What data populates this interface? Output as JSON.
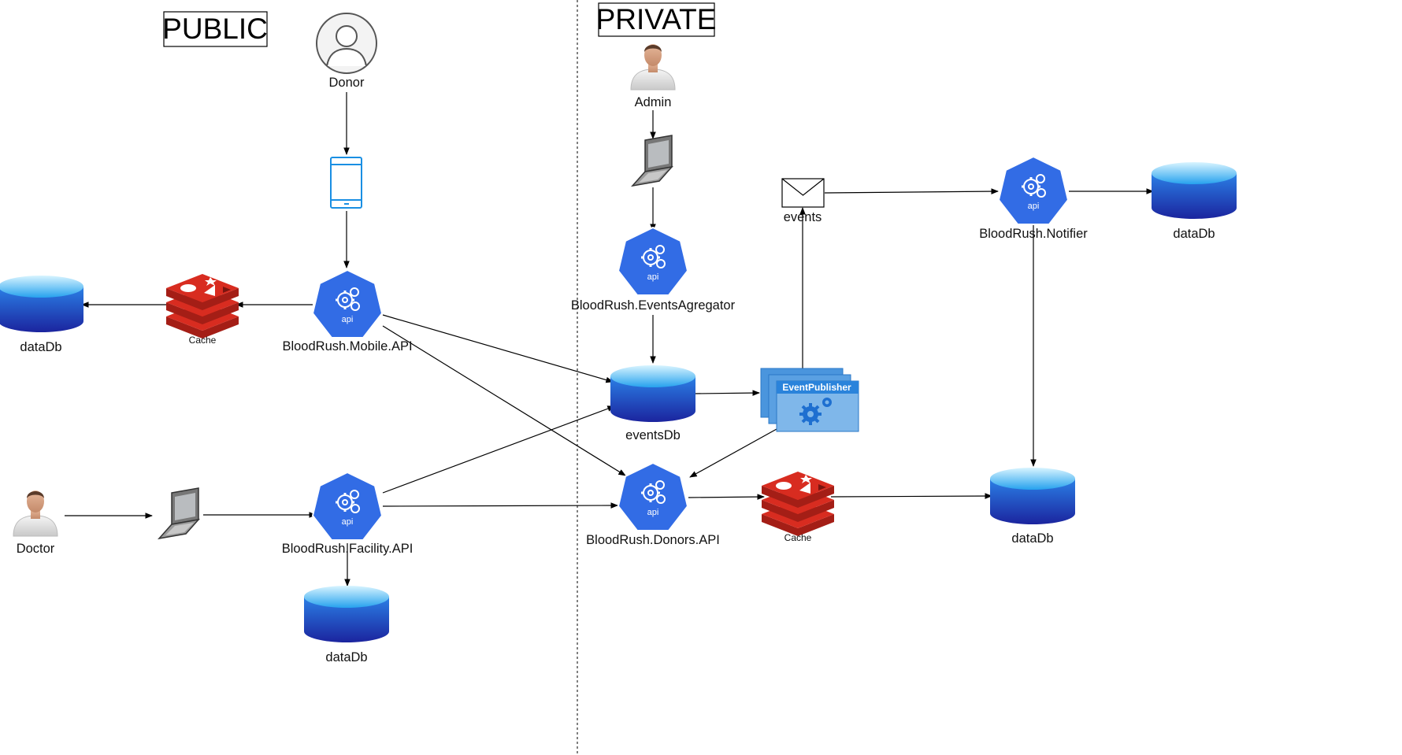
{
  "zones": {
    "public": "PUBLIC",
    "private": "PRIVATE"
  },
  "nodes": {
    "donor": {
      "label": "Donor",
      "icon": "user-outline-icon"
    },
    "mobile_device": {
      "label": "",
      "icon": "mobile-phone-icon"
    },
    "mobile_api": {
      "label": "BloodRush.Mobile.API",
      "icon": "api-hexagon-icon",
      "badge": "api"
    },
    "mobile_cache": {
      "label": "Cache",
      "icon": "redis-cache-icon"
    },
    "mobile_db": {
      "label": "dataDb",
      "icon": "database-icon"
    },
    "doctor": {
      "label": "Doctor",
      "icon": "user-avatar-icon"
    },
    "doctor_laptop": {
      "label": "",
      "icon": "laptop-icon"
    },
    "facility_api": {
      "label": "BloodRush.Facility.API",
      "icon": "api-hexagon-icon",
      "badge": "api"
    },
    "facility_db": {
      "label": "dataDb",
      "icon": "database-icon"
    },
    "admin": {
      "label": "Admin",
      "icon": "user-avatar-icon"
    },
    "admin_laptop": {
      "label": "",
      "icon": "laptop-icon"
    },
    "events_aggregator": {
      "label": "BloodRush.EventsAgregator",
      "icon": "api-hexagon-icon",
      "badge": "api"
    },
    "events_db": {
      "label": "eventsDb",
      "icon": "database-icon"
    },
    "event_publisher": {
      "label": "EventPublisher",
      "icon": "worker-stack-icon"
    },
    "events_queue": {
      "label": "events",
      "icon": "envelope-icon"
    },
    "notifier": {
      "label": "BloodRush.Notifier",
      "icon": "api-hexagon-icon",
      "badge": "api"
    },
    "notifier_db": {
      "label": "dataDb",
      "icon": "database-icon"
    },
    "donors_api": {
      "label": "BloodRush.Donors.API",
      "icon": "api-hexagon-icon",
      "badge": "api"
    },
    "donors_cache": {
      "label": "Cache",
      "icon": "redis-cache-icon"
    },
    "donors_db": {
      "label": "dataDb",
      "icon": "database-icon"
    }
  },
  "colors": {
    "api_blue": "#326ce5",
    "db_top": "#2aa6ee",
    "db_bottom": "#1a2fa8",
    "redis_red": "#d82c20",
    "publisher_blue": "#3f8fdc"
  }
}
